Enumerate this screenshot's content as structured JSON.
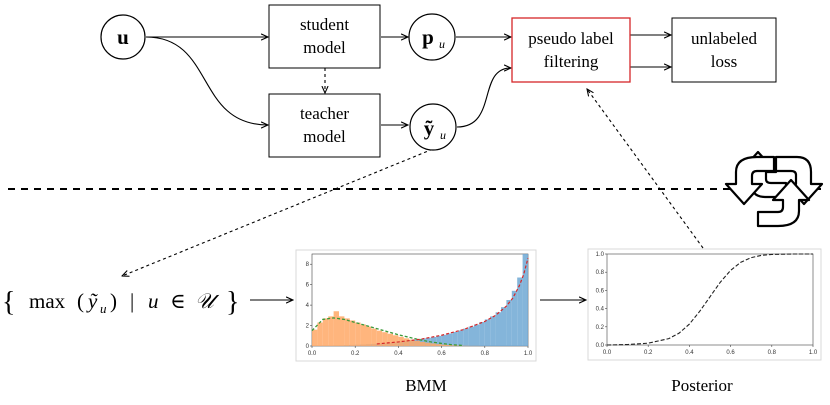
{
  "nodes": {
    "u": {
      "main": "u"
    },
    "student": {
      "line1": "student",
      "line2": "model"
    },
    "teacher": {
      "line1": "teacher",
      "line2": "model"
    },
    "p_u": {
      "main": "p",
      "sub": "u"
    },
    "y_u": {
      "main": "ỹ",
      "sub": "u"
    },
    "filter": {
      "line1": "pseudo label",
      "line2": "filtering"
    },
    "loss": {
      "line1": "unlabeled",
      "line2": "loss"
    }
  },
  "set_expr": {
    "open": "{",
    "max": "max",
    "lparen": "(",
    "y": "ỹ",
    "sub": "u",
    "rparen": ")",
    "bar": "|",
    "u": "u",
    "in": "∈",
    "U": "𝒰",
    "close": "}"
  },
  "captions": {
    "bmm": "BMM",
    "posterior": "Posterior"
  },
  "colors": {
    "filter_border": "#d62728",
    "hist_orange": "#ffa866",
    "hist_blue": "#6fa8d4",
    "fit_green": "#3a9a3a",
    "fit_red": "#d62728"
  },
  "chart_data": [
    {
      "type": "bar",
      "name": "bmm",
      "x_ticks": [
        "0.0",
        "0.2",
        "0.4",
        "0.6",
        "0.8",
        "1.0"
      ],
      "y_ticks": [
        "0",
        "2",
        "4",
        "6",
        "8"
      ],
      "xlim": [
        0,
        1
      ],
      "ylim": [
        0,
        9
      ],
      "bins_x": [
        0.0,
        0.025,
        0.05,
        0.075,
        0.1,
        0.125,
        0.15,
        0.175,
        0.2,
        0.225,
        0.25,
        0.275,
        0.3,
        0.325,
        0.35,
        0.375,
        0.4,
        0.425,
        0.45,
        0.475,
        0.5,
        0.525,
        0.55,
        0.575,
        0.6,
        0.625,
        0.65,
        0.675,
        0.7,
        0.725,
        0.75,
        0.775,
        0.8,
        0.825,
        0.85,
        0.875,
        0.9,
        0.925,
        0.95,
        0.975
      ],
      "orange": [
        1.6,
        2.3,
        2.7,
        2.9,
        3.4,
        2.9,
        2.7,
        2.5,
        2.3,
        2.1,
        1.9,
        1.7,
        1.5,
        1.35,
        1.2,
        1.05,
        0.9,
        0.75,
        0.62,
        0.5,
        0.4,
        0.32,
        0.25,
        0.18,
        0.13,
        0.09,
        0.06,
        0.04,
        0.02,
        0.01,
        0.01,
        0,
        0,
        0,
        0,
        0,
        0,
        0,
        0,
        0
      ],
      "blue": [
        0.02,
        0.03,
        0.04,
        0.05,
        0.06,
        0.07,
        0.09,
        0.11,
        0.13,
        0.15,
        0.18,
        0.21,
        0.24,
        0.28,
        0.32,
        0.37,
        0.42,
        0.48,
        0.55,
        0.62,
        0.7,
        0.79,
        0.88,
        0.99,
        1.1,
        1.23,
        1.37,
        1.52,
        1.7,
        1.9,
        2.1,
        2.35,
        2.6,
        2.9,
        3.3,
        3.8,
        4.5,
        5.4,
        6.7,
        9.0
      ],
      "green_fit_x": [
        0.0,
        0.05,
        0.1,
        0.15,
        0.2,
        0.25,
        0.3,
        0.35,
        0.4,
        0.45,
        0.5,
        0.55,
        0.6,
        0.65,
        0.7
      ],
      "green_fit_y": [
        1.5,
        2.6,
        2.75,
        2.6,
        2.3,
        2.0,
        1.7,
        1.4,
        1.1,
        0.85,
        0.6,
        0.4,
        0.25,
        0.12,
        0.05
      ],
      "red_fit_x": [
        0.3,
        0.4,
        0.5,
        0.6,
        0.7,
        0.8,
        0.85,
        0.9,
        0.93,
        0.96,
        0.98,
        1.0
      ],
      "red_fit_y": [
        0.2,
        0.4,
        0.65,
        1.05,
        1.6,
        2.4,
        3.0,
        3.9,
        4.7,
        5.9,
        7.0,
        8.6
      ]
    },
    {
      "type": "line",
      "name": "posterior",
      "x_ticks": [
        "0.0",
        "0.2",
        "0.4",
        "0.6",
        "0.8",
        "1.0"
      ],
      "y_ticks": [
        "0.0",
        "0.2",
        "0.4",
        "0.6",
        "0.8",
        "1.0"
      ],
      "xlim": [
        0,
        1
      ],
      "ylim": [
        0,
        1
      ],
      "x": [
        0.0,
        0.1,
        0.2,
        0.3,
        0.35,
        0.4,
        0.45,
        0.5,
        0.55,
        0.6,
        0.65,
        0.7,
        0.75,
        0.8,
        0.9,
        1.0
      ],
      "y": [
        0.0,
        0.005,
        0.02,
        0.07,
        0.13,
        0.23,
        0.37,
        0.53,
        0.69,
        0.82,
        0.91,
        0.96,
        0.985,
        0.995,
        1.0,
        1.0
      ]
    }
  ]
}
